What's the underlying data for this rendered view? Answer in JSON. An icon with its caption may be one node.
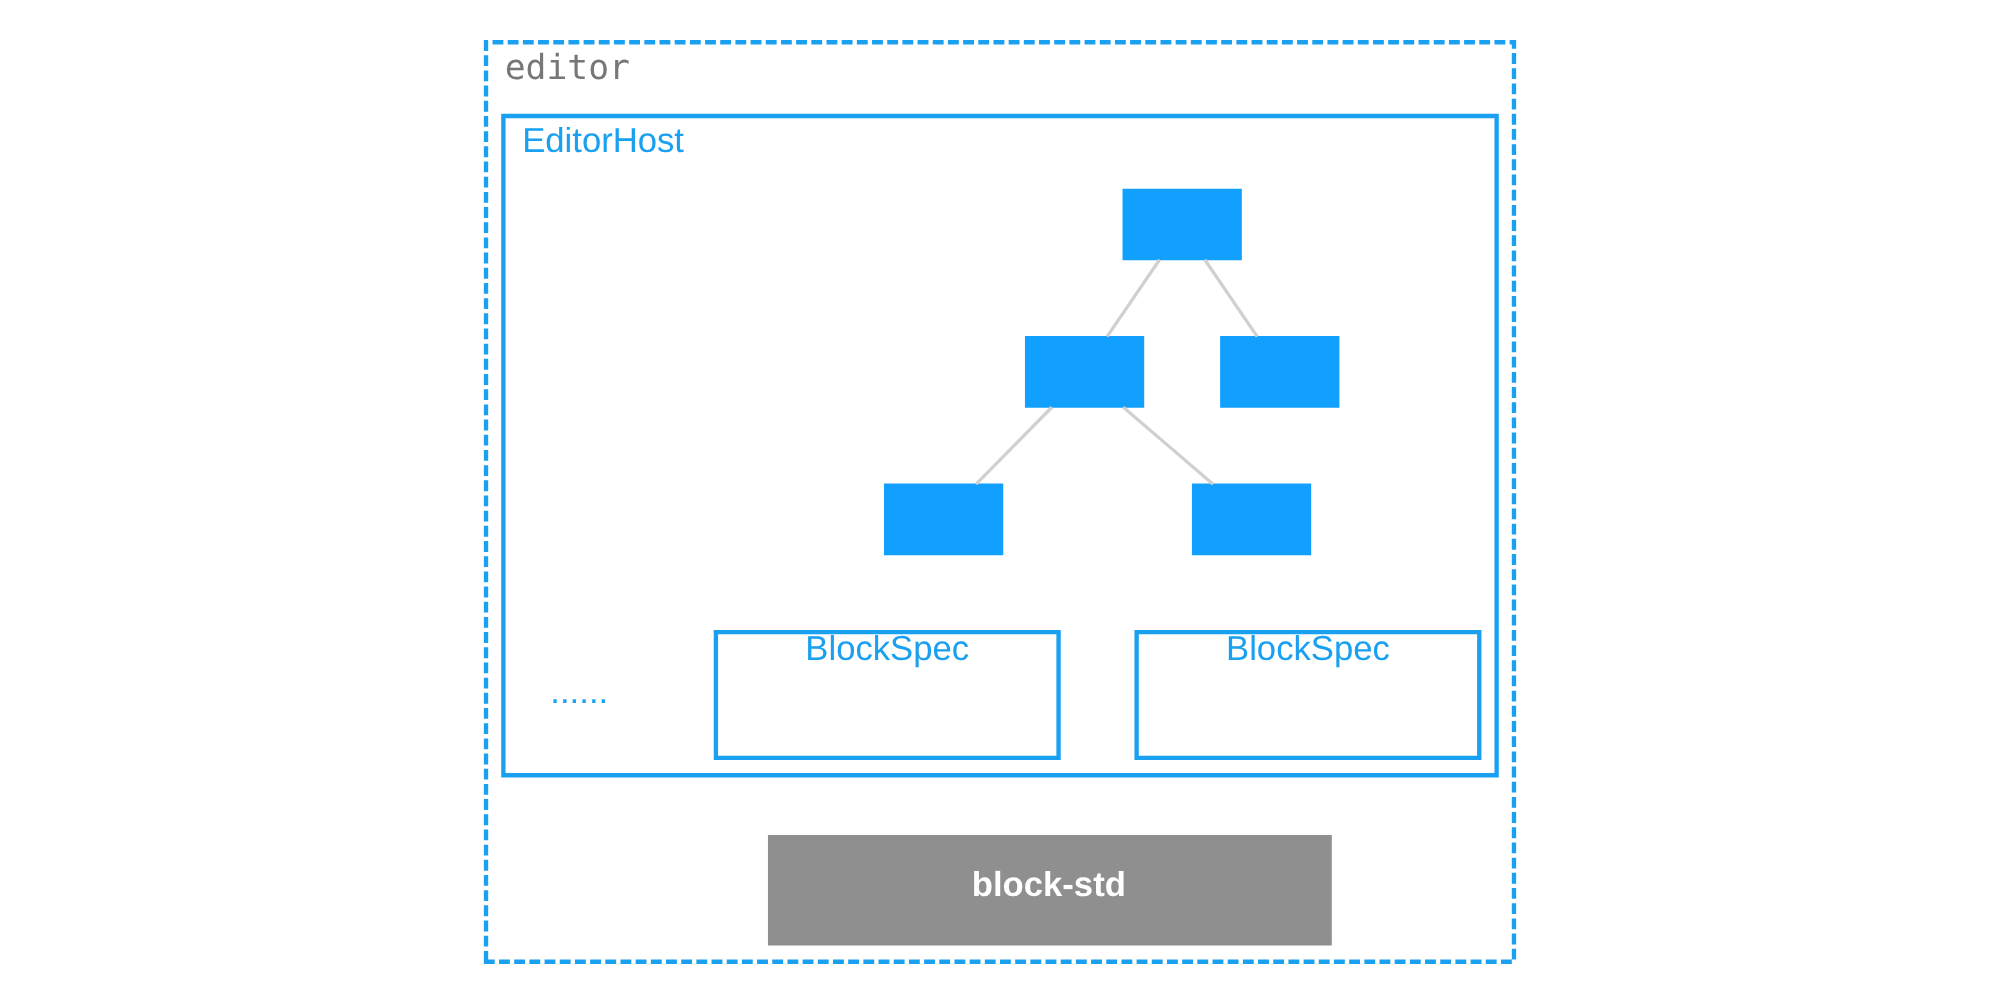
{
  "diagram": {
    "nodes": [
      {
        "text": [
          "editor"
        ]
      },
      {
        "text": [
          "EditorHost"
        ],
        "in": 0
      },
      {
        "text": [],
        "shape": "box",
        "in": 1
      },
      {
        "text": [],
        "shape": "box",
        "in": 1
      },
      {
        "text": [],
        "shape": "box",
        "in": 1
      },
      {
        "text": [],
        "shape": "box",
        "in": 1
      },
      {
        "text": [],
        "shape": "box",
        "in": 1
      },
      {
        "text": [
          "BlockSpec"
        ],
        "in": 1
      },
      {
        "text": [
          "BlockSpec"
        ],
        "in": 1
      },
      {
        "text": [
          "block-std"
        ],
        "in": 0
      }
    ],
    "edges": [
      {
        "from": 2,
        "to": 3,
        "arrow": "none"
      },
      {
        "from": 2,
        "to": 4,
        "arrow": "none"
      },
      {
        "from": 3,
        "to": 5,
        "arrow": "none"
      },
      {
        "from": 3,
        "to": 6,
        "arrow": "none"
      }
    ],
    "labels": [
      "......"
    ]
  }
}
